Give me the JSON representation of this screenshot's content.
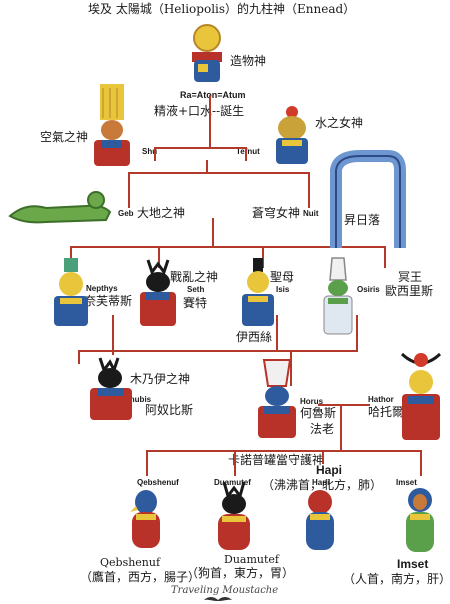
{
  "title": "埃及 太陽城（Heliopolis）的九柱神（Ennead）",
  "ra": {
    "label": "Ra=Aton=Atum",
    "role": "造物神"
  },
  "birth_note": "精液+口水--誕生",
  "shu": {
    "label": "Shu",
    "role": "空氣之神"
  },
  "tefnut": {
    "label": "Tefnut",
    "role": "水之女神"
  },
  "geb": {
    "label": "Geb",
    "role": "大地之神"
  },
  "nuit": {
    "label": "Nuit",
    "role": "蒼穹女神",
    "extra": "日昇日落"
  },
  "nepthys": {
    "label": "Nepthys",
    "cn": "奈芙蒂斯"
  },
  "seth": {
    "label": "Seth",
    "role": "戰亂之神",
    "cn": "賽特"
  },
  "isis": {
    "label": "Isis",
    "role": "聖母",
    "cn": "伊西絲"
  },
  "osiris": {
    "label": "Osiris",
    "role": "冥王",
    "cn": "歐西里斯"
  },
  "anubis": {
    "label": "Anubis",
    "role": "木乃伊之神",
    "cn": "阿奴比斯"
  },
  "horus": {
    "label": "Horus",
    "cn": "何魯斯",
    "cn2": "法老"
  },
  "hathor": {
    "label": "Hathor",
    "cn": "哈托爾"
  },
  "jars_title": "卡諾普罐當守護神",
  "qebshenuf": {
    "label": "Qebshenuf",
    "name": "Qebshenuf",
    "desc": "（鷹首，西方，腸子）"
  },
  "duamutef": {
    "label": "Duamutef",
    "name": "Duamutef",
    "desc": "（狗首，東方，胃）"
  },
  "hapi": {
    "label": "Hapi",
    "name": "Hapi",
    "desc": "（沸沸首，北方，肺）"
  },
  "imset": {
    "label": "Imset",
    "name": "Imset",
    "desc": "（人首，南方，肝）"
  },
  "footer": "Traveling Moustache",
  "colors": {
    "line": "#b33a2a",
    "gold": "#e8c53a",
    "blue": "#2e5a9e",
    "red": "#b8322a",
    "green": "#5aa04a"
  }
}
